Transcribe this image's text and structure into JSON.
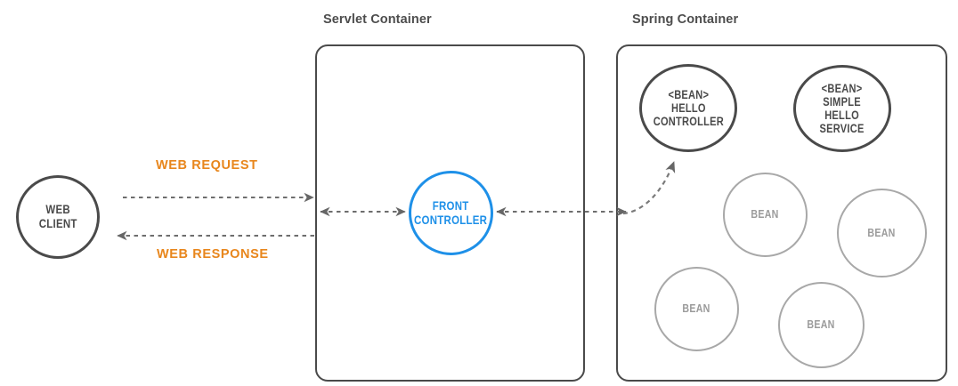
{
  "diagram": {
    "title_web_client": "WEB\nCLIENT",
    "containers": [
      {
        "name": "servlet",
        "label": "Servlet Container"
      },
      {
        "name": "spring",
        "label": "Spring Container"
      }
    ],
    "edges": [
      {
        "name": "web-request",
        "label": "WEB REQUEST",
        "color": "#e8861c"
      },
      {
        "name": "web-response",
        "label": "WEB RESPONSE",
        "color": "#e8861c"
      }
    ],
    "nodes": {
      "web_client": {
        "label": "WEB\nCLIENT",
        "color": "#4a4a4a"
      },
      "front_controller": {
        "label": "FRONT\nCONTROLLER",
        "color": "#1e90e8"
      },
      "hello_controller": {
        "label": "<BEAN>\nHELLO\nCONTROLLER",
        "color": "#4a4a4a"
      },
      "simple_hello_service": {
        "label": "<BEAN>\nSIMPLE\nHELLO\nSERVICE",
        "color": "#4a4a4a"
      },
      "bean_1": {
        "label": "BEAN",
        "color": "#9b9b9b"
      },
      "bean_2": {
        "label": "BEAN",
        "color": "#9b9b9b"
      },
      "bean_3": {
        "label": "BEAN",
        "color": "#9b9b9b"
      },
      "bean_4": {
        "label": "BEAN",
        "color": "#9b9b9b"
      }
    },
    "colors": {
      "dark": "#4a4a4a",
      "gray": "#9b9b9b",
      "blue": "#1e90e8",
      "orange": "#e8861c",
      "background": "#ffffff"
    }
  }
}
